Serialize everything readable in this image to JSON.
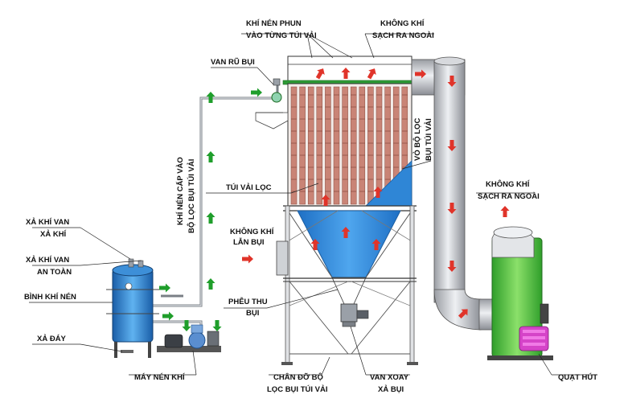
{
  "labels": {
    "khi_nen_phun_1": "KHÍ NÉN PHUN",
    "khi_nen_phun_2": "VÀO TỪNG TÚI VẢI",
    "khong_khi_top_1": "KHÔNG KHÍ",
    "khong_khi_top_2": "SẠCH RA NGOÀI",
    "van_ru_bui": "VAN RŨ BỤI",
    "khi_nen_cap_1": "KHÍ NÉN CẤP VÀO",
    "khi_nen_cap_2": "BỘ LỌC BỤI TÚI VẢI",
    "vo_bo_loc_1": "VỎ BỘ LỌC",
    "vo_bo_loc_2": "BỤI TÚI VẢI",
    "tui_vai_loc": "TÚI VẢI LỌC",
    "khong_khi_lan_bui_1": "KHÔNG  KHÍ",
    "khong_khi_lan_bui_2": "LẪN BỤI",
    "khong_khi_right_1": "KHÔNG KHÍ",
    "khong_khi_right_2": "SẠCH RA NGOÀI",
    "xa_khi_van_1": "XẢ KHÍ VAN",
    "xa_khi_van_2": "XẢ KHÍ",
    "xa_khi_an_toan_1": "XẢ KHÍ VAN",
    "xa_khi_an_toan_2": "AN TOÀN",
    "binh_khi_nen": "BÌNH KHÍ NÉN",
    "xa_day": "XẢ ĐÁY",
    "pheu_thu_1": "PHỄU THU",
    "pheu_thu_2": "BỤI",
    "may_nen_khi": "MÁY NÉN KHÍ",
    "chan_do_1": "CHÂN ĐỠ BỘ",
    "chan_do_2": "LỌC BỤI TÚI VẢI",
    "van_xoay_1": "VAN XOAY",
    "van_xoay_2": "XẢ BỤI",
    "quat_hut": "QUẠT HÚT"
  },
  "colors": {
    "bag": "#c98476",
    "blue": "#2f86d6",
    "green_frame": "#2e9a36",
    "arrow_red": "#e0342a",
    "arrow_green": "#1f9e2b",
    "fan_green": "#52c23a",
    "motor_pink": "#d544c8",
    "steel": "#c9cbd0"
  },
  "icons": [
    "air-flow-arrow",
    "compressed-air-arrow"
  ]
}
